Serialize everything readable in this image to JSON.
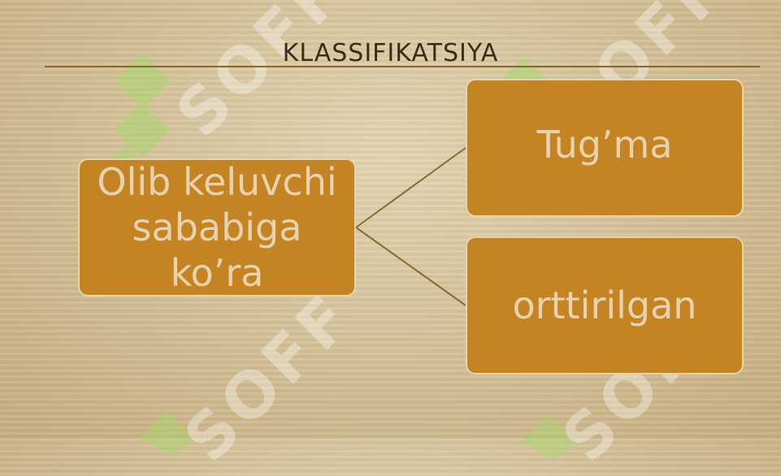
{
  "slide": {
    "title": "KLASSIFIKATSIYA"
  },
  "diagram": {
    "root": {
      "label": "Olib keluvchi sababiga ko’ra"
    },
    "children": [
      {
        "label": "Tug’ma"
      },
      {
        "label": "orttirilgan"
      }
    ]
  },
  "watermark": {
    "text": "SOFF",
    "icon": "soff-logo-icon"
  },
  "colors": {
    "box_fill": "#c48424",
    "box_text": "#e8d2ae",
    "title_text": "#3a2e1a",
    "rule": "#8a6a30",
    "watermark_logo": "#9fd06a"
  }
}
